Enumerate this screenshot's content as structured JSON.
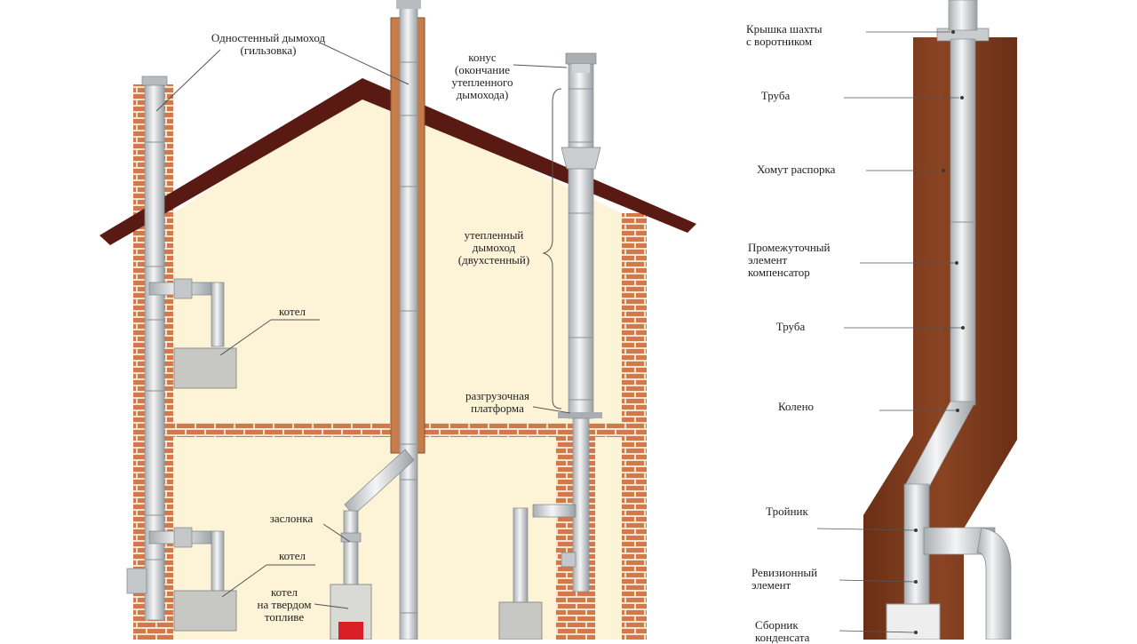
{
  "colors": {
    "wall_fill": "#fdf4d8",
    "brick": "#cf7a4a",
    "roof": "#5a1a14",
    "pipe_steel": "#d9dde0",
    "shaft_brick": "#7a3a1c",
    "boiler_grey": "#c7c7c4",
    "floor_band": "#e9b899",
    "label_text": "#222222",
    "leader_line": "#555555"
  },
  "house_labels": {
    "single_wall_chimney": [
      "Одностенный дымоход",
      "(гильзовка)"
    ],
    "cone": [
      "конус",
      "(окончание",
      "утепленного",
      "дымохода)"
    ],
    "insulated_chimney": [
      "утепленный",
      "дымоход",
      "(двухстенный)"
    ],
    "unloading_platform": [
      "разгрузочная",
      "платформа"
    ],
    "boiler_upper": "котел",
    "damper": "заслонка",
    "boiler_lower": "котел",
    "solid_fuel_boiler": [
      "котел",
      "на твердом",
      "топливе"
    ]
  },
  "shaft_labels": {
    "shaft_cap": [
      "Крышка шахты",
      "с воротником"
    ],
    "pipe_top": "Труба",
    "clamp_spacer": "Хомут распорка",
    "compensator": [
      "Промежуточный",
      "элемент",
      "компенсатор"
    ],
    "pipe_middle": "Труба",
    "elbow": "Колено",
    "tee": "Тройник",
    "inspection": [
      "Ревизионный",
      "элемент"
    ],
    "collector": [
      "Сборник",
      "конденсата"
    ]
  }
}
